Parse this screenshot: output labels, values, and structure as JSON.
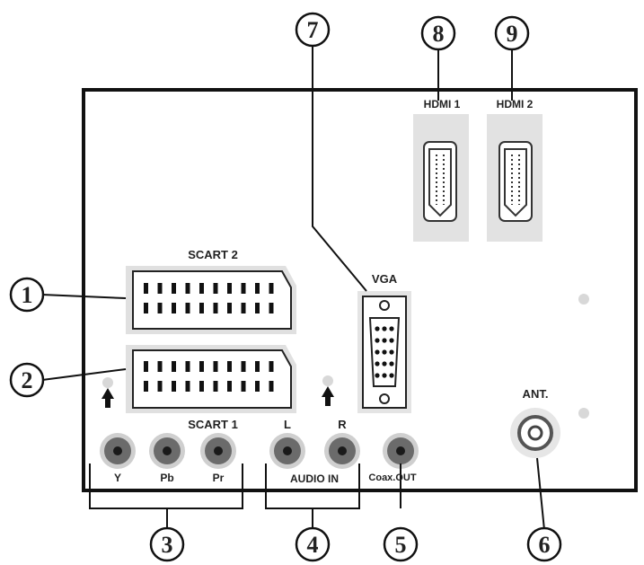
{
  "callouts": [
    "1",
    "2",
    "3",
    "4",
    "5",
    "6",
    "7",
    "8",
    "9"
  ],
  "labels": {
    "scart2": "SCART 2",
    "scart1": "SCART 1",
    "vga": "VGA",
    "hdmi1": "HDMI 1",
    "hdmi2": "HDMI 2",
    "ant": "ANT.",
    "audio_l": "L",
    "audio_r": "R",
    "y": "Y",
    "pb": "Pb",
    "pr": "Pr",
    "audio_in": "AUDIO IN",
    "coax_out": "Coax.OUT"
  },
  "colors": {
    "line": "#111111",
    "panel_fill": "#ffffff",
    "port_grey": "#dcdcdc",
    "rca_outer": "#6b6b6b",
    "rca_center": "#1a1a1a"
  }
}
